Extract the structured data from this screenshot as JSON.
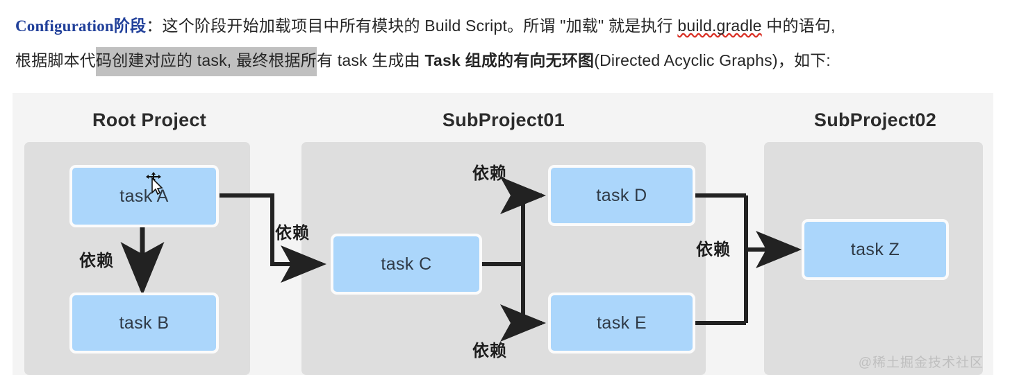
{
  "prose": {
    "line1": {
      "keyword_latin": "Configuration",
      "keyword_cjk": "阶段",
      "colon": "：",
      "seg_a": "这个阶段开始加载项目中所有模块的 Build Script。所谓 \"加载\" 就是执行 ",
      "code": "build.gradle",
      "seg_b": " 中的语句,"
    },
    "line2": {
      "seg_a": "根据脚本代",
      "highlight": "码创建对应的 task, 最终根据所",
      "seg_b": "有 task 生成由 ",
      "bold": "Task 组成的有向无环图",
      "seg_c": "(Directed Acyclic Graphs)，如下:"
    }
  },
  "diagram": {
    "projects": [
      {
        "title": "Root Project"
      },
      {
        "title": "SubProject01"
      },
      {
        "title": "SubProject02"
      }
    ],
    "tasks": [
      {
        "id": "a",
        "label": "task A"
      },
      {
        "id": "b",
        "label": "task B"
      },
      {
        "id": "c",
        "label": "task C"
      },
      {
        "id": "d",
        "label": "task D"
      },
      {
        "id": "e",
        "label": "task E"
      },
      {
        "id": "z",
        "label": "task Z"
      }
    ],
    "edge_labels": {
      "a_to_b": "依赖",
      "a_to_c": "依赖",
      "c_to_d": "依赖",
      "c_to_e": "依赖",
      "de_to_z": "依赖"
    },
    "watermark": "@稀土掘金技术社区",
    "colors": {
      "task_fill": "#abd6fb",
      "task_border": "#fbfbfb",
      "panel_fill": "#dedede",
      "canvas_bg": "#f4f4f4",
      "edge_stroke": "#222222",
      "keyword_blue": "#21409a",
      "selection_gray": "#c0c0c0"
    }
  },
  "cursor": {
    "icon": "move-cursor"
  }
}
